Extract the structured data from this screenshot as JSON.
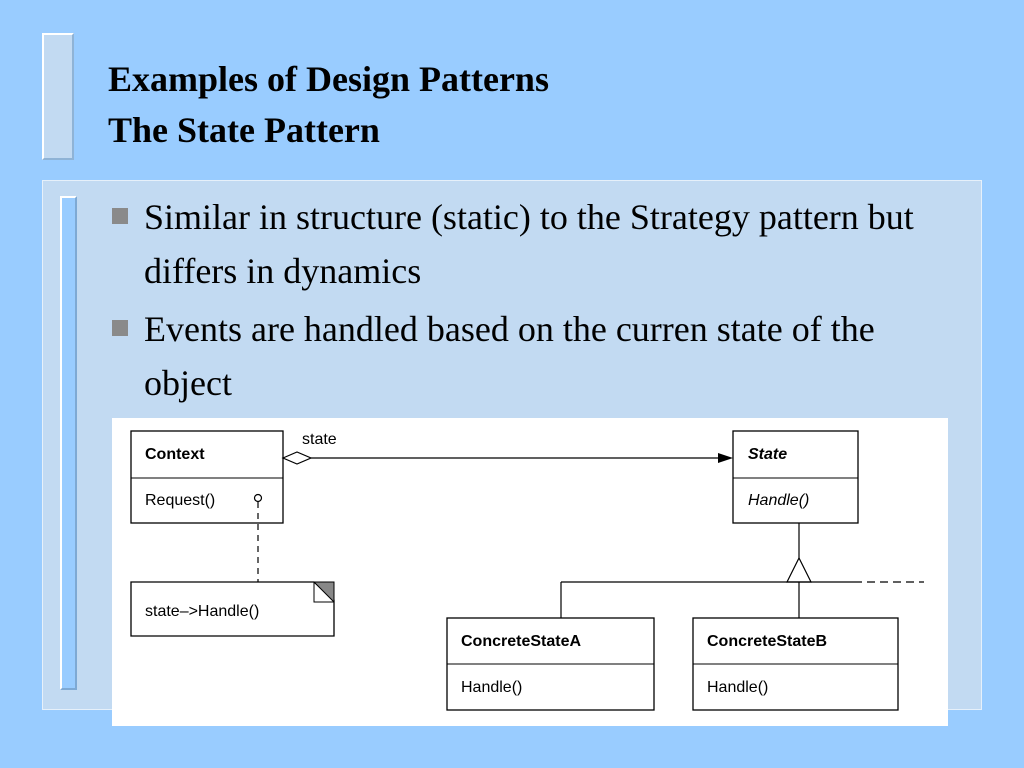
{
  "slide": {
    "title_line1": "Examples of Design Patterns",
    "title_line2": "The State Pattern",
    "bullets": [
      "Similar in structure (static) to the Strategy pattern but differs in dynamics",
      "Events are handled based on the curren state of the object"
    ]
  },
  "diagram": {
    "context": {
      "name": "Context",
      "operation": "Request()"
    },
    "association_label": "state",
    "state": {
      "name": "State",
      "operation": "Handle()"
    },
    "note": "state–>Handle()",
    "concrete_a": {
      "name": "ConcreteStateA",
      "operation": "Handle()"
    },
    "concrete_b": {
      "name": "ConcreteStateB",
      "operation": "Handle()"
    }
  },
  "colors": {
    "background": "#99ccff",
    "panel": "#c2daf2",
    "bullet": "#8a8a8a"
  }
}
